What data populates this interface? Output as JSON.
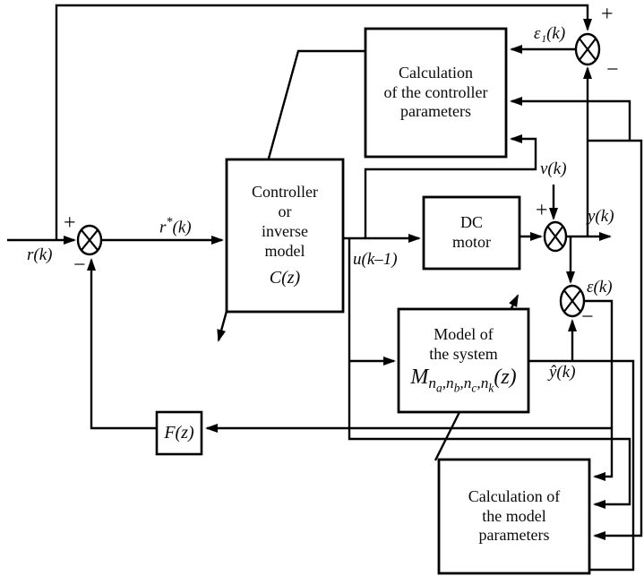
{
  "figure": {
    "background": "#ffffff",
    "line_color": "#000000"
  },
  "ops": {
    "plus": "+",
    "minus": "−"
  },
  "signals": {
    "r": "r(k)",
    "r_star": {
      "base": "r",
      "sup": "*",
      "arg": "(k)"
    },
    "u": "u(k–1)",
    "v": "v(k)",
    "y": "y(k)",
    "y_hat": "ŷ(k)",
    "eps1": "ε₁(k)",
    "eps": "ε(k)"
  },
  "blocks": {
    "controller_params": {
      "line1": "Calculation",
      "line2": "of the controller",
      "line3": "parameters"
    },
    "controller": {
      "line1": "Controller",
      "line2": "or",
      "line3": "inverse",
      "line4": "model",
      "symbol": "C(z)"
    },
    "dc_motor": {
      "line1": "DC",
      "line2": "motor"
    },
    "model": {
      "line1": "Model of",
      "line2": "the system",
      "sym": {
        "M": "M",
        "n": "n",
        "a": "a",
        "b": "b",
        "c": "c",
        "k": "k",
        "comma": ",",
        "z": "(z)"
      }
    },
    "model_params": {
      "line1": "Calculation of",
      "line2": "the model",
      "line3": "parameters"
    },
    "filter": {
      "symbol": "F(z)"
    }
  }
}
